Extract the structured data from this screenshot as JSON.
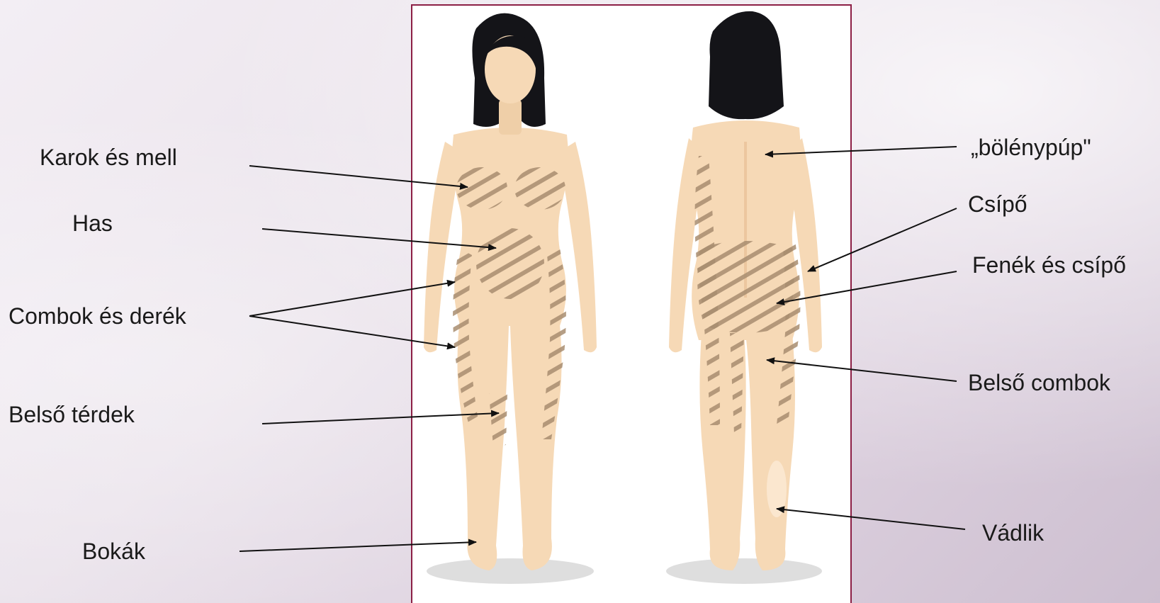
{
  "labels_left": {
    "arms_chest": "Karok és mell",
    "abdomen": "Has",
    "thighs_waist": "Combok és derék",
    "inner_knees": "Belső térdek",
    "ankles": "Bokák"
  },
  "labels_right": {
    "buffalo_hump": "„bölénypúp\"",
    "hips": "Csípő",
    "buttocks_hips": "Fenék és csípő",
    "inner_thighs": "Belső combok",
    "calves": "Vádlik"
  },
  "colors": {
    "frame": "#8c1f45",
    "skin": "#f6d9b6",
    "skin_shade": "#ecc79f",
    "hair": "#141418",
    "hatch": "#a88d70",
    "arrow": "#111111"
  },
  "icons": {
    "front_figure": "female-body-front-icon",
    "back_figure": "female-body-back-icon"
  }
}
